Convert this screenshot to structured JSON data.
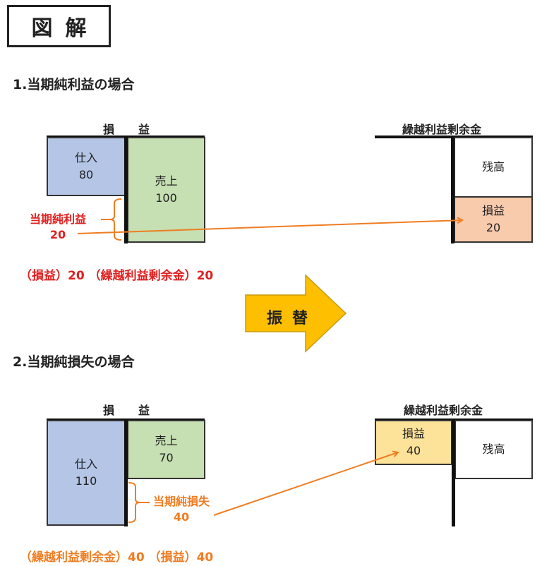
{
  "title": "図解",
  "colors": {
    "profit": "#e02020",
    "loss": "#ef7d22",
    "purchase_fill": "#b4c5e6",
    "sales_fill": "#c6dfb3",
    "profit_fill": "#f8cbad",
    "loss_fill": "#fde39a",
    "transfer_arrow": "#fdbf00"
  },
  "case1": {
    "heading": "1.当期純利益の場合",
    "pl_account": {
      "title_left": "損",
      "title_right": "益",
      "purchase_label": "仕入",
      "purchase_value": "80",
      "sales_label": "売上",
      "sales_value": "100"
    },
    "net_label": "当期純利益",
    "net_value": "20",
    "re_account": {
      "title": "繰越利益剰余金",
      "balance_label": "残高",
      "pl_label": "損益",
      "pl_value": "20"
    },
    "journal_entry": "（損益）20 （繰越利益剰余金）20"
  },
  "transfer": {
    "label": "振替",
    "icon": "right-arrow-icon"
  },
  "case2": {
    "heading": "2.当期純損失の場合",
    "pl_account": {
      "title_left": "損",
      "title_right": "益",
      "purchase_label": "仕入",
      "purchase_value": "110",
      "sales_label": "売上",
      "sales_value": "70"
    },
    "net_label": "当期純損失",
    "net_value": "40",
    "re_account": {
      "title": "繰越利益剰余金",
      "balance_label": "残高",
      "pl_label": "損益",
      "pl_value": "40"
    },
    "journal_entry": "（繰越利益剰余金）40 （損益）40"
  }
}
